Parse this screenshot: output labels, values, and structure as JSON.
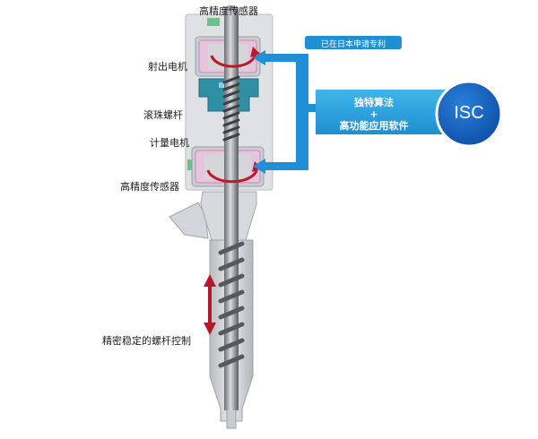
{
  "labels": {
    "top_sensor": "高精度传感器",
    "injection_motor": "射出电机",
    "ball_screw": "滚珠螺杆",
    "metering_motor": "计量电机",
    "bottom_sensor": "高精度传感器",
    "screw_control": "精密稳定的螺杆控制"
  },
  "patent_badge": "已在日本申请专利",
  "isc_panel": {
    "line1": "独特算法",
    "plus": "+",
    "line2": "高功能应用软件"
  },
  "isc_badge": "ISC",
  "colors": {
    "blue": "#1f8fd6",
    "panel": "#2fa8e0",
    "badge": "#1565c0",
    "red": "#c0172b",
    "green": "#6fbf8a",
    "housing": "#d7d9dc",
    "barrel": "#cfd2d6"
  }
}
